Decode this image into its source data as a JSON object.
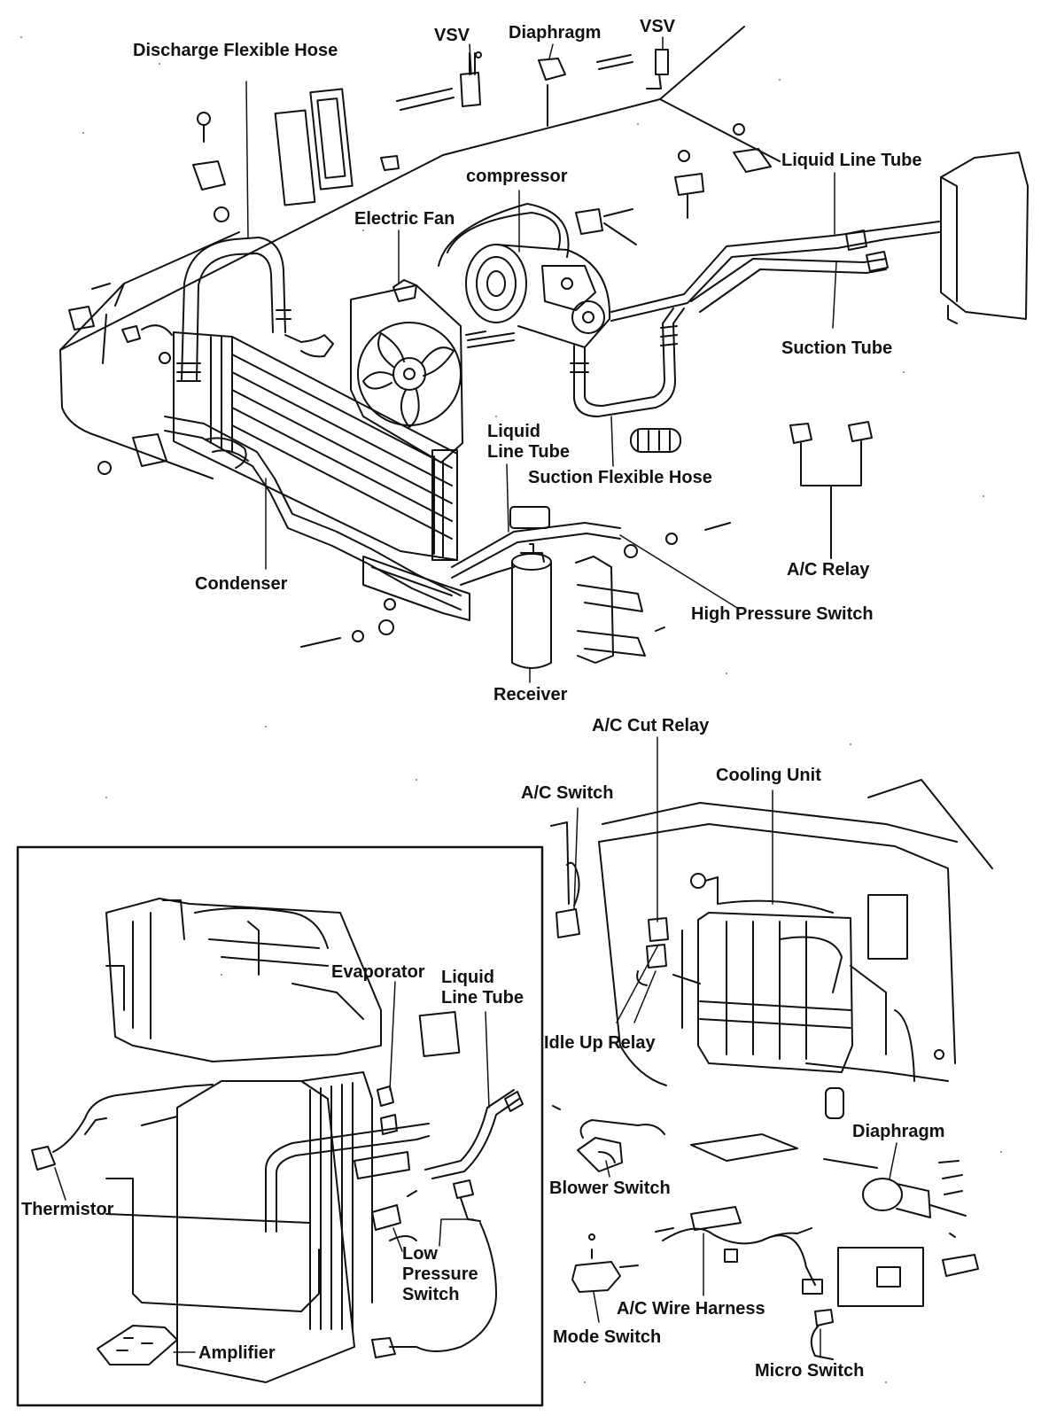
{
  "theme": {
    "ink": "#111111",
    "paper": "#ffffff"
  },
  "labels": {
    "discharge_flexible_hose": "Discharge Flexible Hose",
    "vsv_left": "VSV",
    "diaphragm_top": "Diaphragm",
    "vsv_right": "VSV",
    "compressor": "compressor",
    "liquid_line_tube_top": "Liquid Line Tube",
    "electric_fan": "Electric Fan",
    "suction_tube": "Suction Tube",
    "liquid_line_tube_mid": {
      "line1": "Liquid",
      "line2": "Line Tube"
    },
    "suction_flexible_hose": "Suction Flexible Hose",
    "ac_relay": "A/C Relay",
    "condenser": "Condenser",
    "high_pressure_switch": "High Pressure Switch",
    "receiver": "Receiver",
    "ac_cut_relay": "A/C Cut Relay",
    "ac_switch": "A/C Switch",
    "cooling_unit": "Cooling Unit",
    "evaporator": "Evaporator",
    "liquid_line_tube_inset": {
      "line1": "Liquid",
      "line2": "Line Tube"
    },
    "idle_up_relay": "Idle Up Relay",
    "diaphragm_bottom": "Diaphragm",
    "blower_switch": "Blower Switch",
    "thermistor": "Thermistor",
    "low_pressure_switch": {
      "line1": "Low",
      "line2": "Pressure",
      "line3": "Switch"
    },
    "ac_wire_harness": "A/C Wire Harness",
    "mode_switch": "Mode Switch",
    "amplifier": "Amplifier",
    "micro_switch": "Micro Switch"
  }
}
